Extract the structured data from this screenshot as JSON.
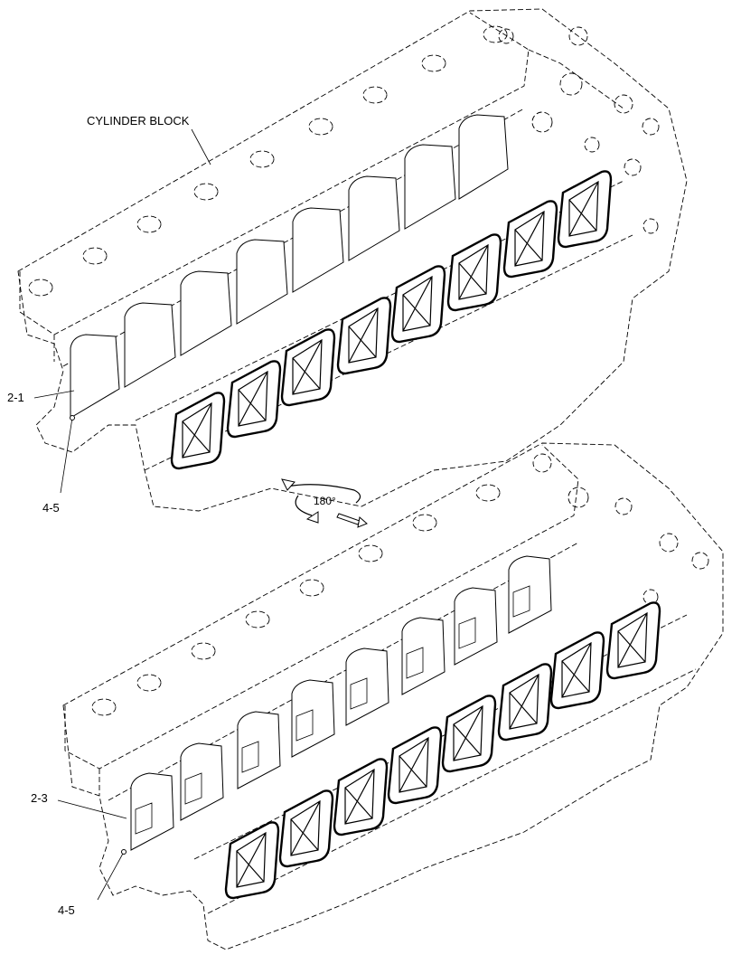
{
  "labels": {
    "cylinder_block": "CYLINDER BLOCK",
    "top_cover": "2-1",
    "top_bolt": "4-5",
    "rotate": "180°",
    "bottom_cover": "2-3",
    "bottom_bolt": "4-5"
  }
}
